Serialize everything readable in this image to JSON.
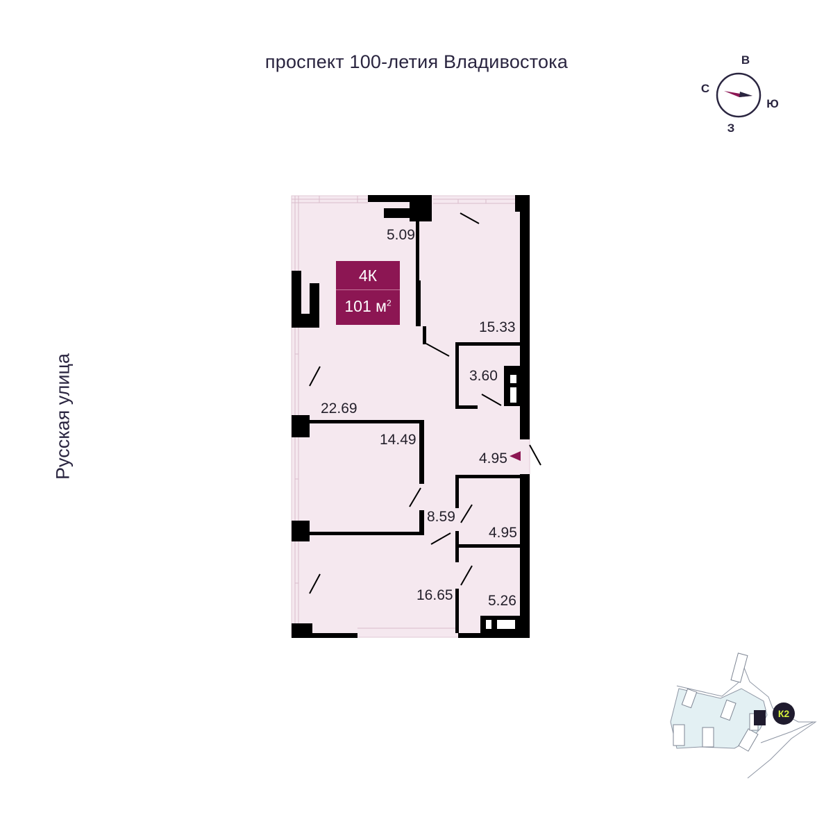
{
  "streets": {
    "top": "проспект 100-летия Владивостока",
    "left": "Русская улица"
  },
  "compass": {
    "north": "С",
    "east": "В",
    "south": "Ю",
    "west": "З",
    "needle_color": "#8c1653"
  },
  "apartment": {
    "type": "4К",
    "area_value": "101 м",
    "area_sup": "2",
    "badge_color": "#8c1653",
    "floor_fill": "#f5e8ef"
  },
  "rooms": [
    {
      "id": "loggia",
      "area": "5.09"
    },
    {
      "id": "bedroom-right",
      "area": "15.33"
    },
    {
      "id": "wardrobe",
      "area": "3.60"
    },
    {
      "id": "living-kitchen",
      "area": "22.69"
    },
    {
      "id": "bedroom-middle",
      "area": "14.49"
    },
    {
      "id": "hall",
      "area": "4.95"
    },
    {
      "id": "corridor",
      "area": "8.59"
    },
    {
      "id": "bathroom",
      "area": "4.95"
    },
    {
      "id": "bedroom-bottom",
      "area": "16.65"
    },
    {
      "id": "bathroom-2",
      "area": "5.26"
    }
  ],
  "site_plan": {
    "building_label": "К2",
    "label_color": "#d5ef3c"
  }
}
